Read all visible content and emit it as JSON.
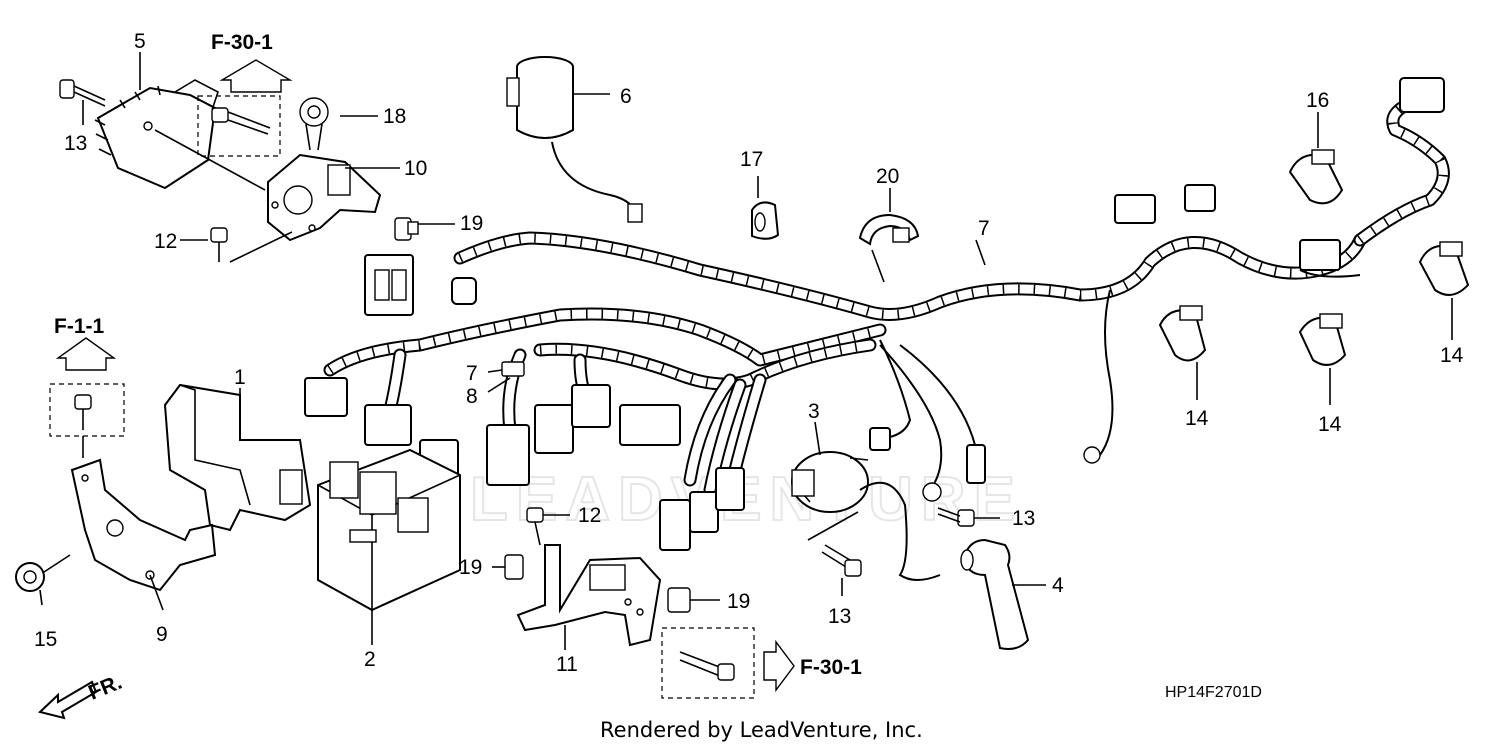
{
  "diagram": {
    "drawing_code": "HP14F2701D",
    "credit": "Rendered by LeadVenture, Inc.",
    "watermark": "LEADVENTURE",
    "front_marker": "FR.",
    "references": [
      "F-30-1",
      "F-1-1",
      "F-30-1"
    ],
    "callouts": [
      "5",
      "13",
      "18",
      "10",
      "12",
      "19",
      "6",
      "17",
      "20",
      "7",
      "16",
      "14",
      "14",
      "14",
      "1",
      "7",
      "8",
      "3",
      "13",
      "12",
      "19",
      "19",
      "13",
      "4",
      "15",
      "9",
      "2",
      "11"
    ]
  }
}
